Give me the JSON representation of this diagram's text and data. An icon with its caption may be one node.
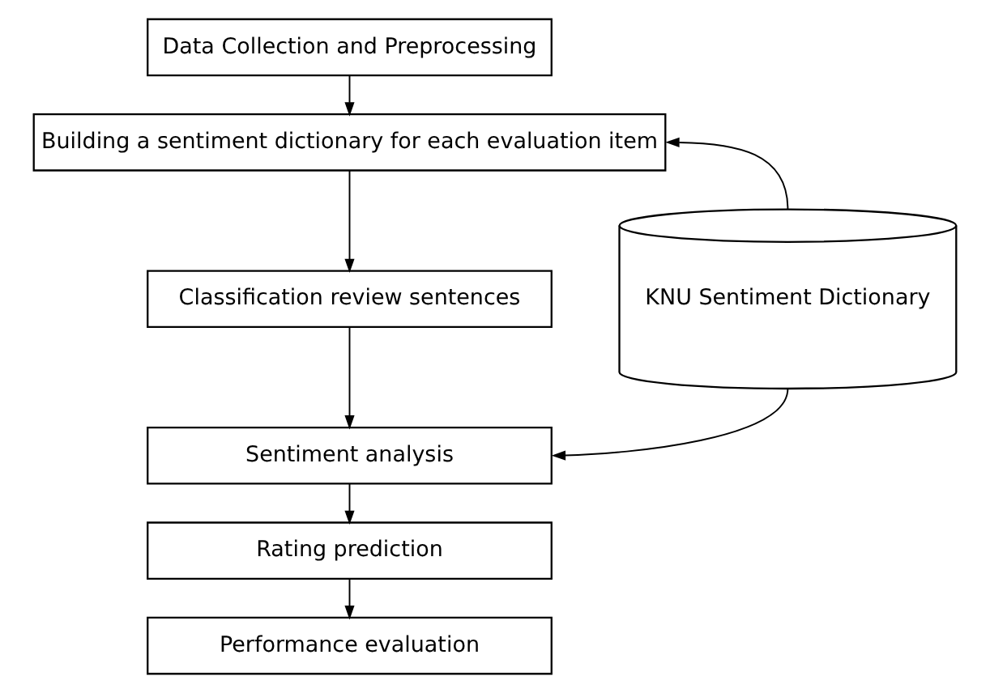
{
  "diagram": {
    "nodes": [
      {
        "text": [
          "Data Collection and Preprocessing"
        ]
      },
      {
        "text": [
          "Building a sentiment dictionary for each evaluation item"
        ]
      },
      {
        "text": [
          "Classification review sentences"
        ]
      },
      {
        "text": [
          "Sentiment analysis"
        ]
      },
      {
        "text": [
          "Rating prediction"
        ]
      },
      {
        "text": [
          "Performance evaluation"
        ]
      },
      {
        "text": [
          "KNU Sentiment Dictionary"
        ]
      }
    ],
    "edges": [
      {
        "from": 0,
        "to": 1,
        "arrow": "to"
      },
      {
        "from": 1,
        "to": 2,
        "arrow": "to"
      },
      {
        "from": 2,
        "to": 3,
        "arrow": "to"
      },
      {
        "from": 3,
        "to": 4,
        "arrow": "to"
      },
      {
        "from": 4,
        "to": 5,
        "arrow": "to"
      },
      {
        "from": 6,
        "to": 1,
        "arrow": "to"
      },
      {
        "from": 6,
        "to": 3,
        "arrow": "to"
      }
    ]
  }
}
